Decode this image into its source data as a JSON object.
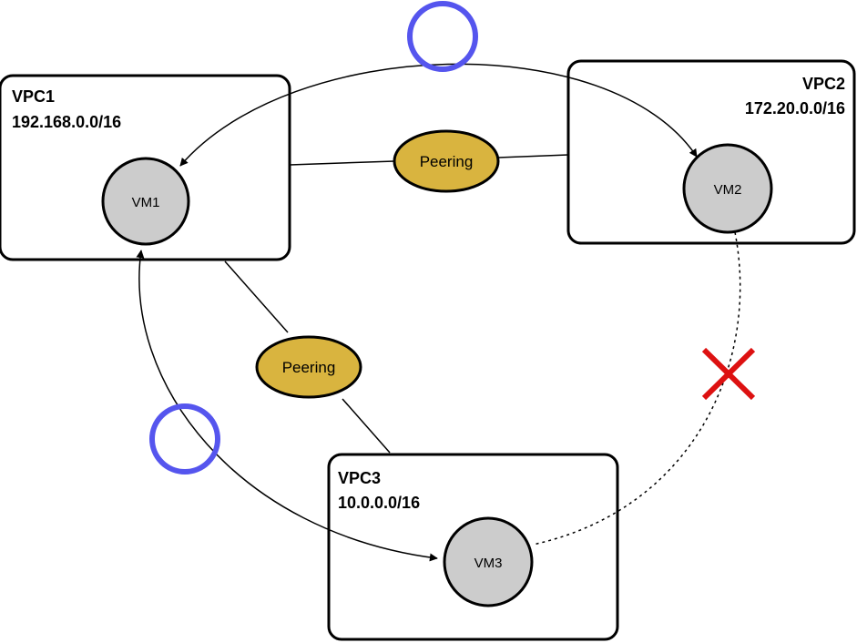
{
  "vpcs": [
    {
      "name": "VPC1",
      "cidr": "192.168.0.0/16",
      "vm": "VM1"
    },
    {
      "name": "VPC2",
      "cidr": "172.20.0.0/16",
      "vm": "VM2"
    },
    {
      "name": "VPC3",
      "cidr": "10.0.0.0/16",
      "vm": "VM3"
    }
  ],
  "peerings": [
    {
      "label": "Peering",
      "between": [
        "VPC1",
        "VPC2"
      ]
    },
    {
      "label": "Peering",
      "between": [
        "VPC1",
        "VPC3"
      ]
    }
  ],
  "flows": [
    {
      "between": [
        "VM1",
        "VM2"
      ],
      "style": "solid",
      "arrows": "both",
      "marker": "circle"
    },
    {
      "between": [
        "VM1",
        "VM3"
      ],
      "style": "solid",
      "arrows": "both",
      "marker": "circle"
    },
    {
      "between": [
        "VM2",
        "VM3"
      ],
      "style": "dotted",
      "arrows": "none",
      "marker": "x"
    }
  ],
  "colors": {
    "vm_fill": "#cccccc",
    "peering_fill": "#d9b43f",
    "transit_ring": "#5555ee",
    "blocked_x": "#dd1111",
    "outline": "#000000"
  }
}
